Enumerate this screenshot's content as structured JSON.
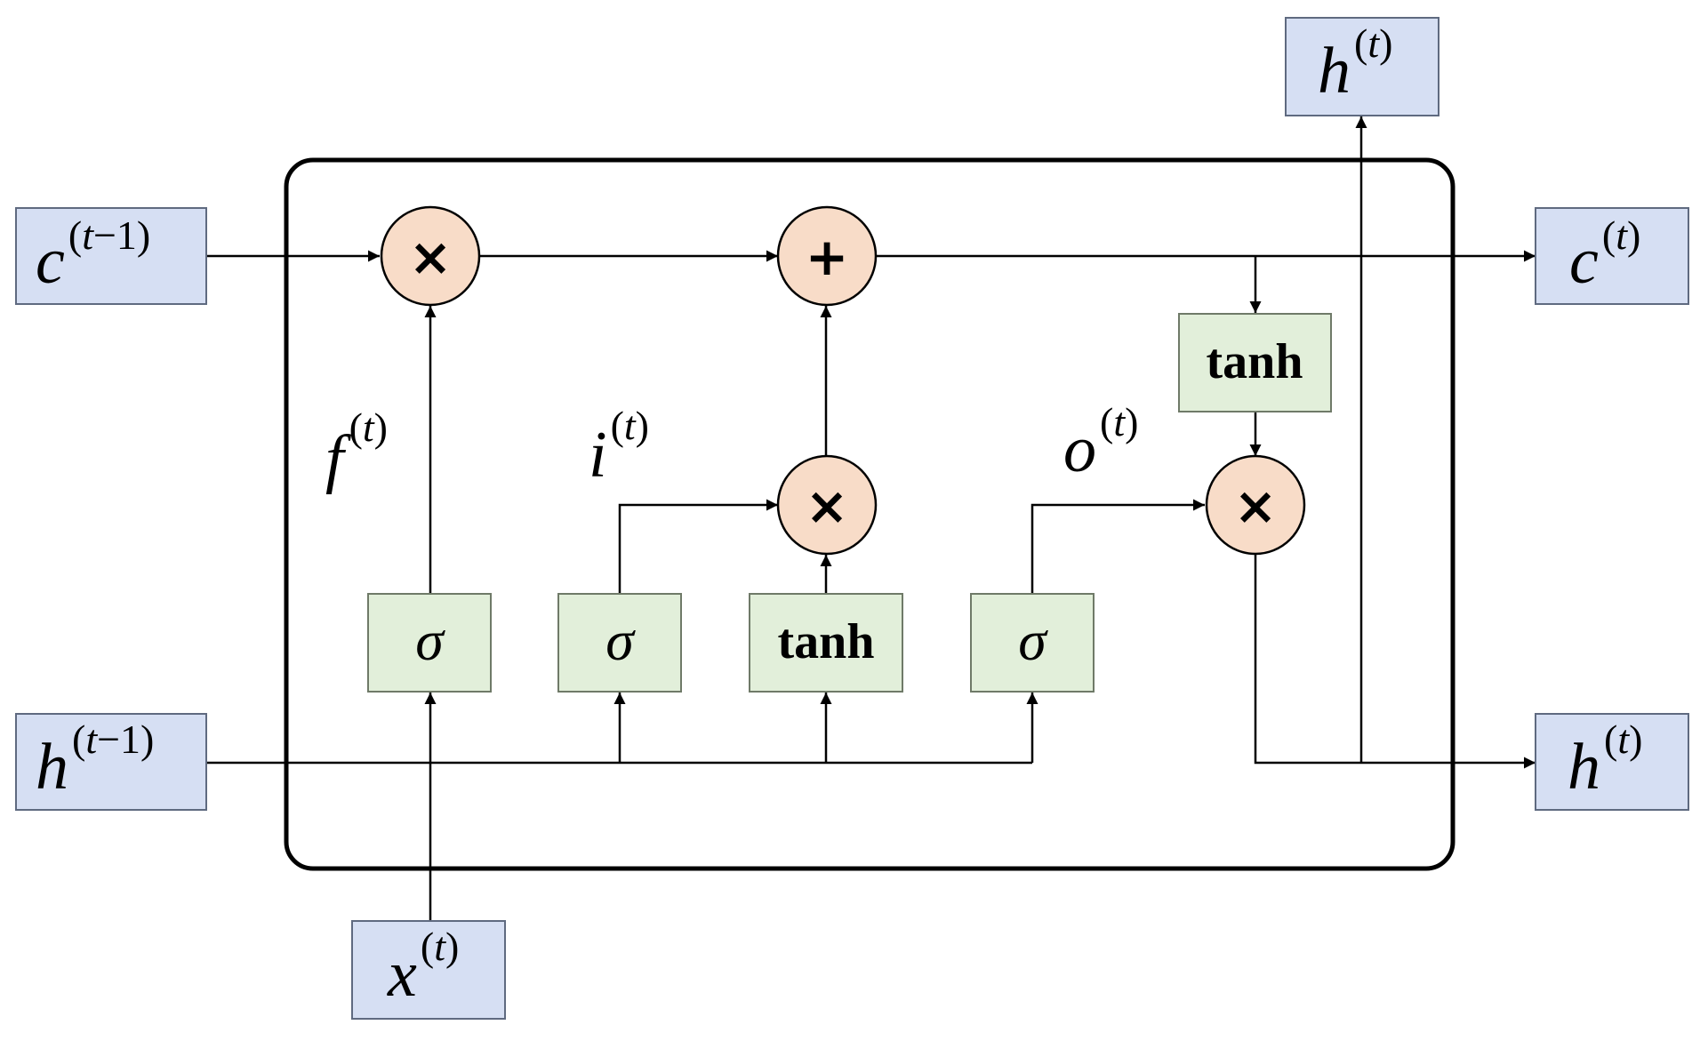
{
  "inputs": {
    "c_prev": {
      "base": "c",
      "open": "(",
      "arg": "t",
      "rest": "−1)"
    },
    "h_prev": {
      "base": "h",
      "open": "(",
      "arg": "t",
      "rest": "−1)"
    },
    "x_t": {
      "base": "x",
      "open": "(",
      "arg": "t",
      "rest": ")"
    }
  },
  "outputs": {
    "c_t": {
      "base": "c",
      "open": "(",
      "arg": "t",
      "rest": ")"
    },
    "h_t": {
      "base": "h",
      "open": "(",
      "arg": "t",
      "rest": ")"
    },
    "h_t_top": {
      "base": "h",
      "open": "(",
      "arg": "t",
      "rest": ")"
    }
  },
  "gate_labels": {
    "forget": {
      "base": "f",
      "open": "(",
      "arg": "t",
      "rest": ")"
    },
    "input": {
      "base": "i",
      "open": "(",
      "arg": "t",
      "rest": ")"
    },
    "output": {
      "base": "o",
      "open": "(",
      "arg": "t",
      "rest": ")"
    }
  },
  "activations": {
    "sigma": "σ",
    "tanh": "tanh"
  },
  "operators": {
    "multiply": "×",
    "add": "+"
  },
  "colors": {
    "io_box_fill": "#d6dff3",
    "io_box_stroke": "#5f6a80",
    "activation_fill": "#e2efda",
    "activation_stroke": "#6f7a68",
    "operator_fill": "#f8dcc8",
    "line": "#000000"
  }
}
